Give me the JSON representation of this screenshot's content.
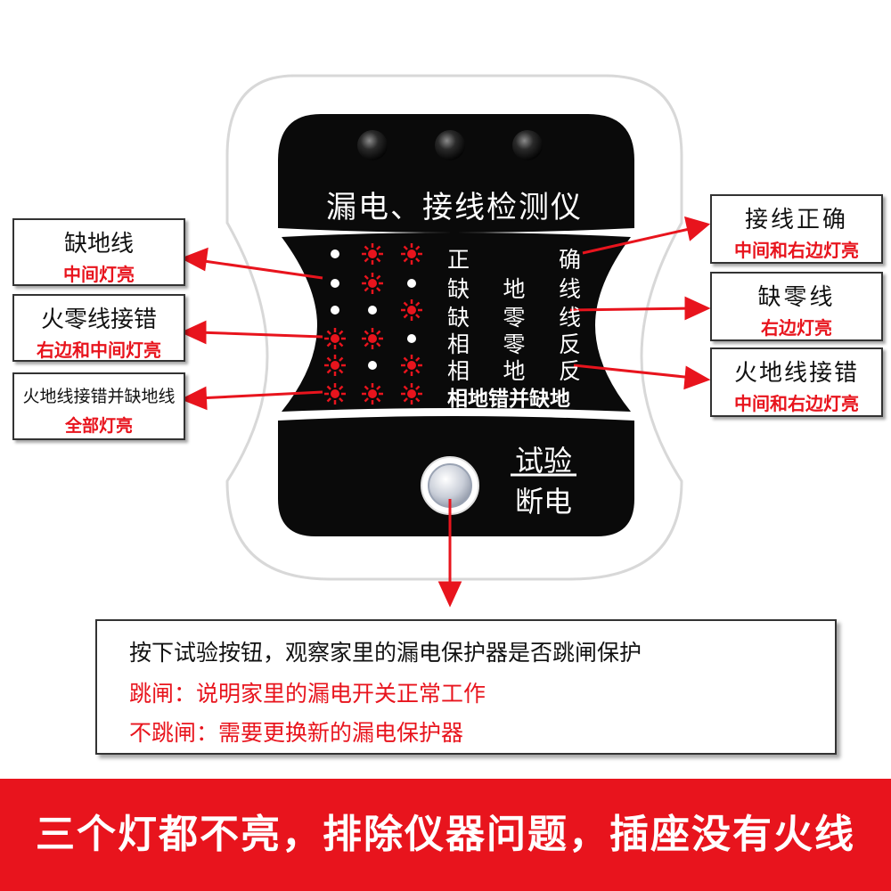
{
  "device": {
    "title": "漏电、接线检测仪",
    "indicator_rows": [
      {
        "label_chars": [
          "正",
          "确"
        ],
        "leds": [
          "off",
          "on",
          "on"
        ]
      },
      {
        "label_chars": [
          "缺",
          "地",
          "线"
        ],
        "leds": [
          "off",
          "on",
          "off"
        ]
      },
      {
        "label_chars": [
          "缺",
          "零",
          "线"
        ],
        "leds": [
          "off",
          "off",
          "on"
        ]
      },
      {
        "label_chars": [
          "相",
          "零",
          "反"
        ],
        "leds": [
          "on",
          "on",
          "off"
        ]
      },
      {
        "label_chars": [
          "相",
          "地",
          "反"
        ],
        "leds": [
          "on",
          "off",
          "on"
        ]
      },
      {
        "label_chars": [
          "相地错并缺地"
        ],
        "leds": [
          "on",
          "on",
          "on"
        ]
      }
    ],
    "test_button": {
      "label_top": "试验",
      "label_bottom": "断电"
    }
  },
  "callouts": {
    "missing_ground": {
      "title": "缺地线",
      "desc": "中间灯亮"
    },
    "live_neutral_wrong": {
      "title": "火零线接错",
      "desc": "右边和中间灯亮"
    },
    "live_ground_wrong_missing_ground": {
      "title": "火地线接错并缺地线",
      "desc": "全部灯亮"
    },
    "wiring_correct": {
      "title": "接线正确",
      "desc": "中间和右边灯亮"
    },
    "missing_neutral": {
      "title": "缺零线",
      "desc": "右边灯亮"
    },
    "live_ground_wrong": {
      "title": "火地线接错",
      "desc": "中间和右边灯亮"
    }
  },
  "note": {
    "line1": "按下试验按钮，观察家里的漏电保护器是否跳闸保护",
    "line2": "跳闸：说明家里的漏电开关正常工作",
    "line3": "不跳闸：需要更换新的漏电保护器"
  },
  "banner": {
    "text": "三个灯都不亮，排除仪器问题，插座没有火线"
  },
  "colors": {
    "accent_red": "#e8141d",
    "panel_black": "#0a0a0a",
    "led_white": "#ffffff"
  }
}
